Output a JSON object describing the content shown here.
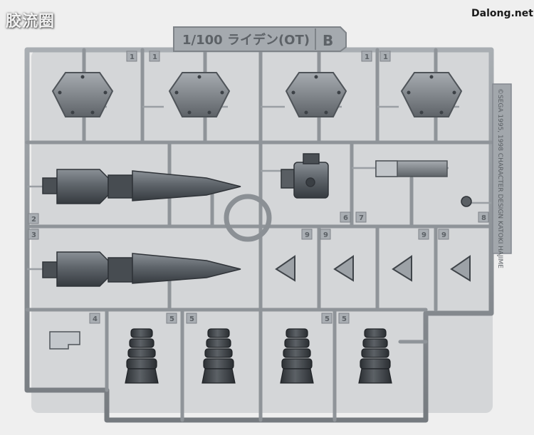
{
  "watermarks": {
    "left": "胶流圈",
    "right": "Dalong.net"
  },
  "runner": {
    "tag_title": "1/100 ライデン(OT)",
    "tag_letter": "B",
    "side_copyright": "©SEGA 1995, 1998 CHARACTER DESIGN KATOKI HAJIME"
  },
  "part_numbers": [
    "1",
    "1",
    "1",
    "1",
    "2",
    "3",
    "4",
    "5",
    "5",
    "5",
    "5",
    "6",
    "7",
    "8",
    "9",
    "9",
    "9",
    "9"
  ]
}
